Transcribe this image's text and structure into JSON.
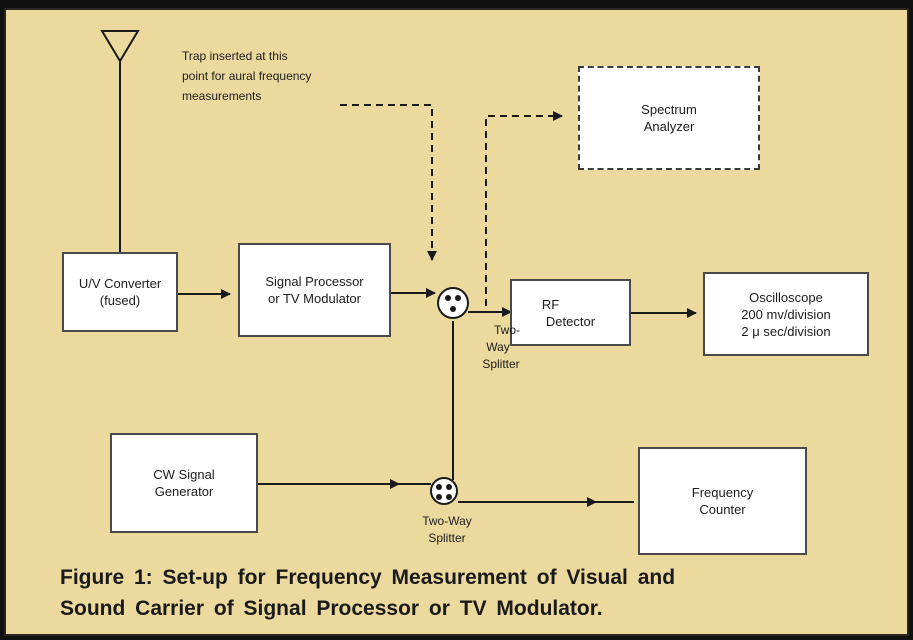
{
  "note": {
    "line1": "Trap inserted at this",
    "line2": "point for aural frequency",
    "line3": "measurements"
  },
  "blocks": {
    "spectrum_analyzer": {
      "line1": "Spectrum",
      "line2": "Analyzer"
    },
    "uv_converter": {
      "line1": "U/V Converter",
      "line2": "(fused)"
    },
    "signal_processor": {
      "line1": "Signal Processor",
      "line2": "or TV Modulator"
    },
    "rf_detector": {
      "line1": "RF",
      "line2": "Detector"
    },
    "oscilloscope": {
      "line1": "Oscilloscope",
      "line2": "200 mv/division",
      "line3": "2 μ sec/division"
    },
    "cw_generator": {
      "line1": "CW Signal",
      "line2": "Generator"
    },
    "frequency_counter": {
      "line1": "Frequency",
      "line2": "Counter"
    }
  },
  "splitters": {
    "upper": {
      "line1": "Two-",
      "line2": "Way",
      "line3": "Splitter"
    },
    "lower": {
      "line1": "Two-Way",
      "line2": "Splitter"
    }
  },
  "caption": {
    "line1": "Figure 1: Set-up for Frequency Measurement of Visual and",
    "line2": "Sound Carrier of Signal Processor or TV Modulator."
  },
  "colors": {
    "background": "#ecd99e",
    "box_fill": "#ffffff",
    "line": "#1a1a1a",
    "frame": "#111111"
  }
}
